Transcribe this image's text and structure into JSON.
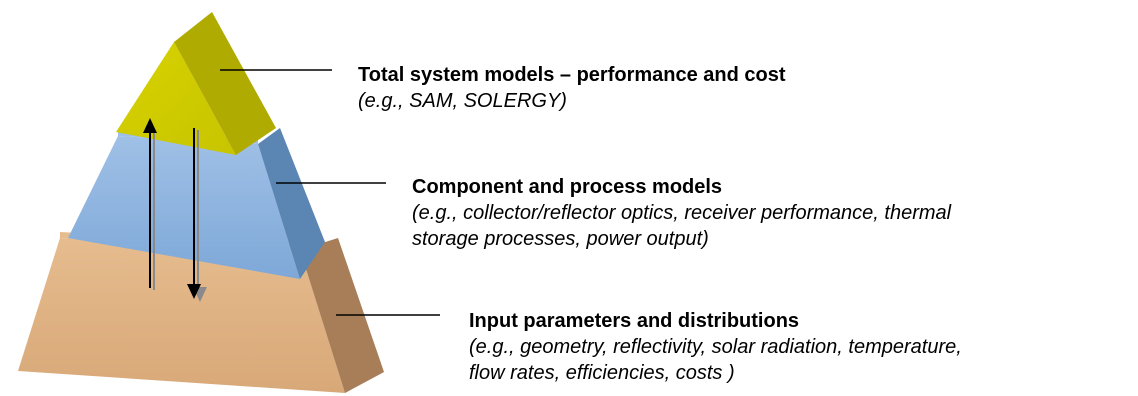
{
  "colors": {
    "top_front": "#d6d200",
    "top_side": "#b0ab00",
    "top_shade": "#c8c400",
    "mid_front": "#7ea8d8",
    "mid_side": "#5b86b4",
    "mid_top_edge": "#9fc0e6",
    "bottom_front": "#d8a878",
    "bottom_side": "#a87e58",
    "bottom_top_edge": "#e6bc8e",
    "arrow": "#000000",
    "arrow_shadow": "#8a8a8a",
    "leader": "#000000"
  },
  "levels": [
    {
      "id": "top",
      "title": "Total system models – performance and cost",
      "subtitle_lines": [
        "(e.g., SAM, SOLERGY)"
      ]
    },
    {
      "id": "middle",
      "title": "Component and process models",
      "subtitle_lines": [
        "(e.g., collector/reflector optics, receiver performance, thermal",
        "storage processes, power output)"
      ]
    },
    {
      "id": "bottom",
      "title": "Input parameters and distributions",
      "subtitle_lines": [
        "(e.g., geometry, reflectivity, solar radiation, temperature,",
        "flow rates, efficiencies, costs )"
      ]
    }
  ]
}
